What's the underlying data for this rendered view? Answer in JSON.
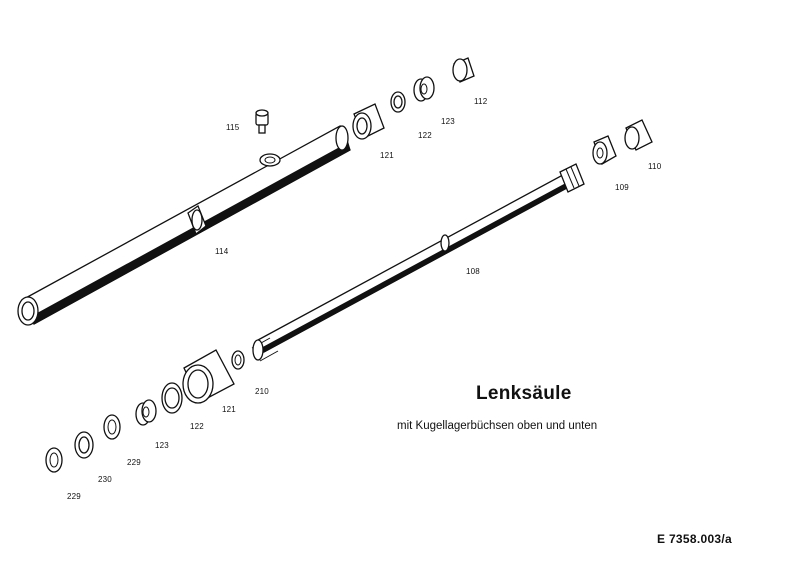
{
  "title": "Lenksäule",
  "subtitle": "mit Kugellagerbüchsen oben und unten",
  "document_number": "E 7358.003/a",
  "callouts": {
    "c115": "115",
    "c121_top": "121",
    "c122_top": "122",
    "c123_top": "123",
    "c112": "112",
    "c110": "110",
    "c109": "109",
    "c114": "114",
    "c108": "108",
    "c210": "210",
    "c121_bottom": "121",
    "c122_bottom": "122",
    "c123_bottom": "123",
    "c229_mid": "229",
    "c230": "230",
    "c229_bottom": "229"
  }
}
